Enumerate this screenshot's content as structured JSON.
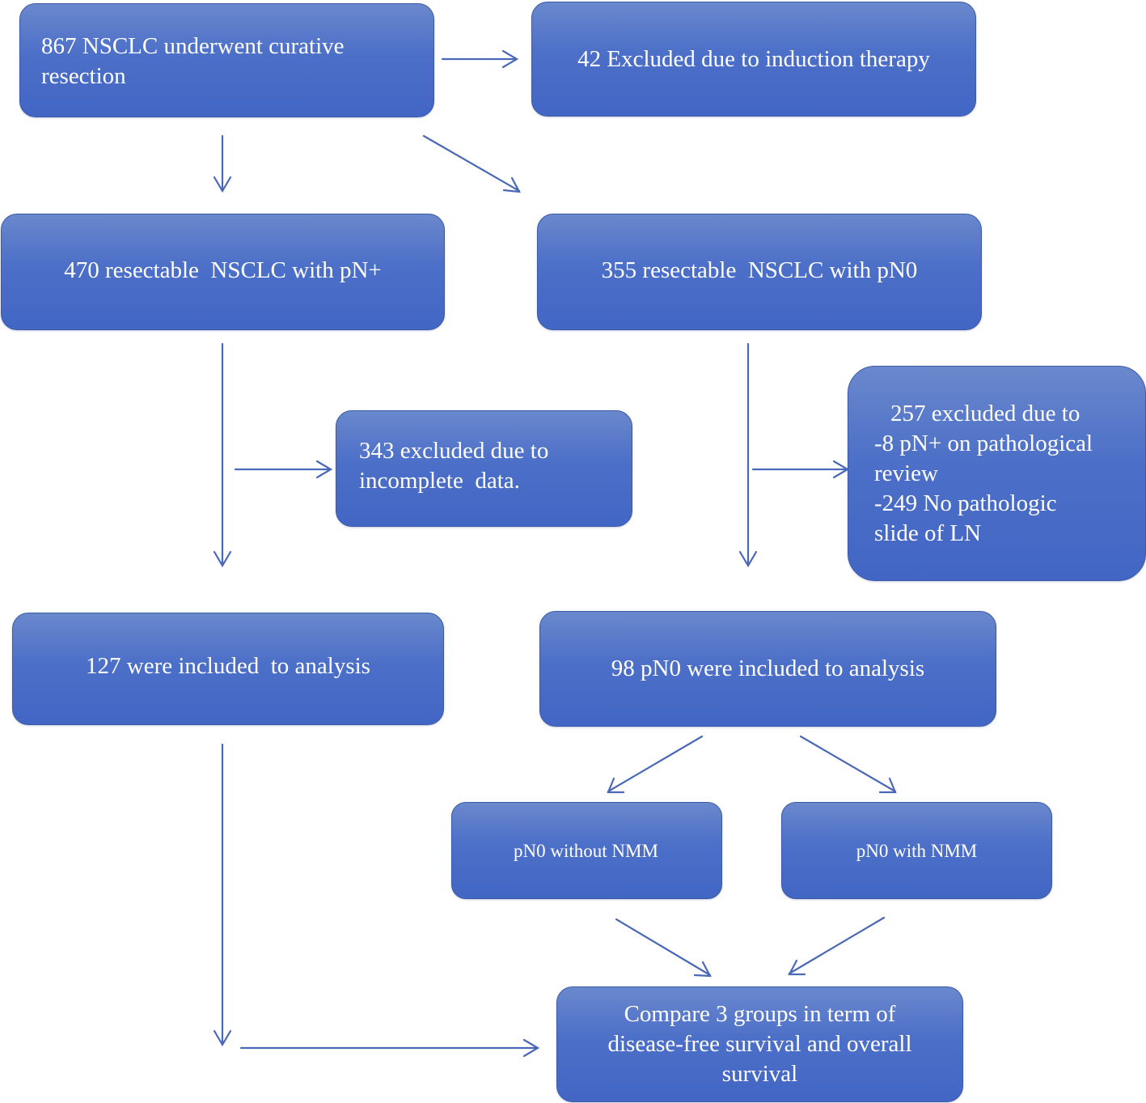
{
  "boxes": {
    "start": {
      "lines": [
        "867 NSCLC underwent curative",
        "resection"
      ]
    },
    "induction": {
      "lines": [
        "42 Excluded due to induction therapy"
      ]
    },
    "pn_plus": {
      "lines": [
        "470 resectable  NSCLC with pN+"
      ]
    },
    "pn0": {
      "lines": [
        "355 resectable  NSCLC with pN0"
      ]
    },
    "incomplete": {
      "lines": [
        "343 excluded due to",
        "incomplete  data."
      ]
    },
    "excluded_257": {
      "lines": [
        "257 excluded due to",
        "-8 pN+ on pathological",
        "review",
        "-249 No pathologic",
        "slide of LN"
      ]
    },
    "included_127": {
      "lines": [
        "127 were included  to analysis"
      ]
    },
    "included_98": {
      "lines": [
        "98 pN0 were included to analysis"
      ]
    },
    "without_nmm": {
      "lines": [
        "pN0 without NMM"
      ]
    },
    "with_nmm": {
      "lines": [
        "pN0 with NMM"
      ]
    },
    "compare": {
      "lines": [
        "Compare 3 groups in term of",
        "disease-free survival and overall",
        "survival"
      ]
    }
  },
  "colors": {
    "box_fill": "#4a6cc6",
    "box_border": "#3c5aa8",
    "arrow": "#4a68b8",
    "text": "#ffffff"
  }
}
